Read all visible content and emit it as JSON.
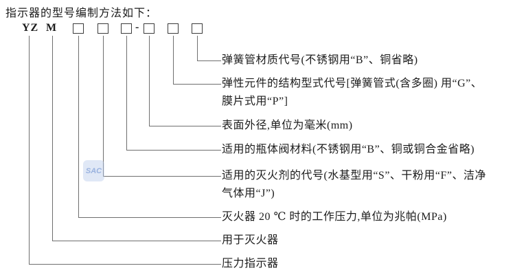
{
  "heading": "指示器的型号编制方法如下：",
  "code": {
    "token1": "YZ",
    "token2": "M",
    "separator": "-",
    "placeholder_boxes": 6
  },
  "labels": [
    {
      "text": "弹簧管材质代号(不锈钢用“B”、铜省略)"
    },
    {
      "text": "弹性元件的结构型式代号[弹簧管式(含多圈) 用“G”、\n膜片式用“P”]"
    },
    {
      "text": "表面外径,单位为毫米(mm)"
    },
    {
      "text": "适用的瓶体阀材料(不锈钢用“B”、铜或铜合金省略)"
    },
    {
      "text": "适用的灭火剂的代号(水基型用“S”、干粉用“F”、洁净\n气体用“J”)"
    },
    {
      "text": "灭火器 20 ℃ 时的工作压力,单位为兆帕(MPa)"
    },
    {
      "text": "用于灭火器"
    },
    {
      "text": "压力指示器"
    }
  ],
  "watermark": {
    "text": "SAC",
    "color": "#82a0d7"
  }
}
